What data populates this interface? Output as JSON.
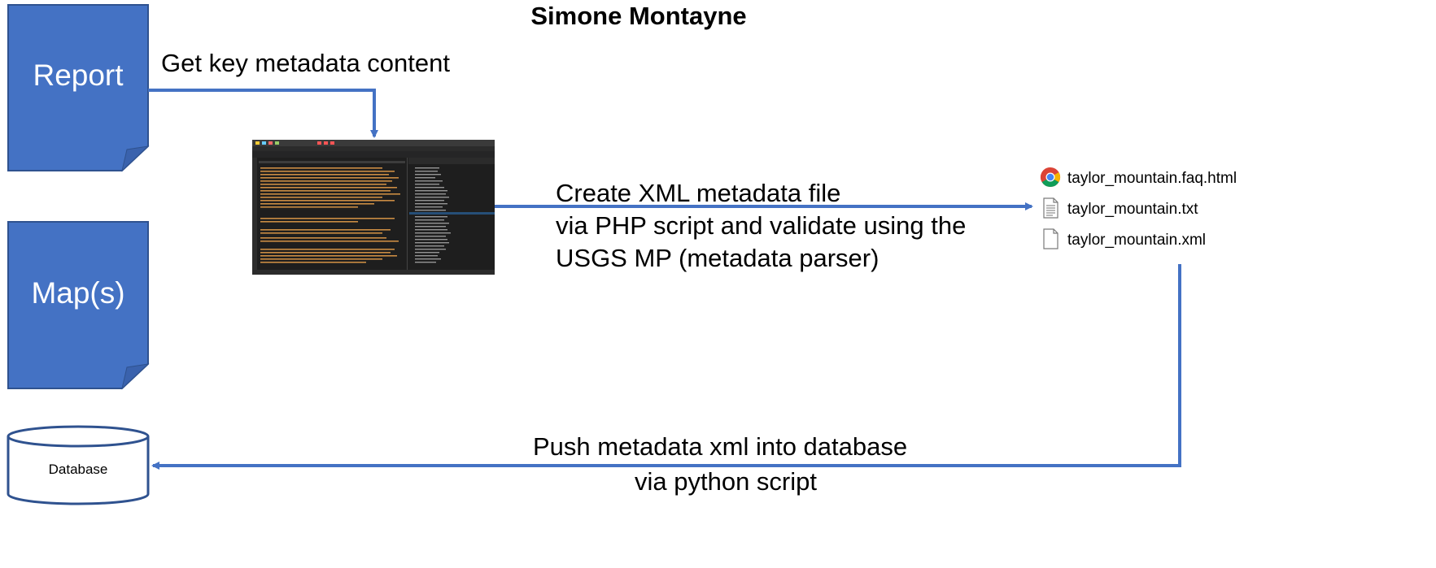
{
  "title": "Simone Montayne",
  "nodes": {
    "report": "Report",
    "maps": "Map(s)",
    "database": "Database"
  },
  "edges": {
    "get_metadata": "Get key metadata content",
    "create_xml": [
      "Create XML metadata file",
      "via PHP script and validate using the",
      "USGS MP (metadata parser)"
    ],
    "push_db": [
      "Push metadata xml into database",
      "via python script"
    ]
  },
  "files": [
    {
      "name": "taylor_mountain.faq.html",
      "icon": "chrome-icon"
    },
    {
      "name": "taylor_mountain.txt",
      "icon": "text-file-icon"
    },
    {
      "name": "taylor_mountain.xml",
      "icon": "blank-file-icon"
    }
  ],
  "colors": {
    "shape_fill": "#4472c4",
    "shape_stroke": "#2f528f",
    "arrow": "#4472c4",
    "editor_bg": "#1e1e1e"
  }
}
